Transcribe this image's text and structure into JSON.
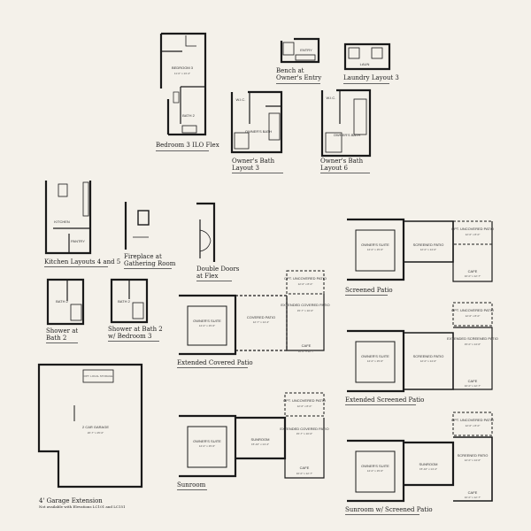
{
  "captions": {
    "bedroom3": "Bedroom 3 ILO Flex",
    "bench1": "Bench at",
    "bench2": "Owner's Entry",
    "laundry": "Laundry Layout 3",
    "obl3_1": "Owner's Bath",
    "obl3_2": "Layout 3",
    "obl6_1": "Owner's Bath",
    "obl6_2": "Layout 6",
    "kitchen": "Kitchen Layouts 4 and 5",
    "fireplace1": "Fireplace at",
    "fireplace2": "Gathering Room",
    "doors1": "Double Doors",
    "doors2": "at Flex",
    "shower1_1": "Shower at",
    "shower1_2": "Bath 2",
    "shower2_1": "Shower at Bath 2",
    "shower2_2": "w/ Bedroom 3",
    "ext_patio": "Extended Covered Patio",
    "screened": "Screened Patio",
    "ext_screened": "Extended Screened Patio",
    "sunroom": "Sunroom",
    "sunroom_sp": "Sunroom w/ Screened Patio",
    "garage": "4' Garage Extension",
    "garage_note": "Not available with Elevations LC101 and LC151"
  },
  "rooms": {
    "bedroom3": "BEDROOM 3",
    "bedroom3_dim": "11'-0\" x 13'-4\"",
    "bath2": "BATH 2",
    "wic": "W.I.C.",
    "owners_bath": "OWNER'S BATH",
    "entry": "ENTRY",
    "laun": "LAUN",
    "kitchen": "KITCHEN",
    "pantry": "PANTRY",
    "owners_suite": "OWNER'S SUITE",
    "owners_suite_dim": "14'-0\" x 15'-6\"",
    "screened_patio": "SCREENED PATIO",
    "screened_patio_dim": "12'-0\" x 14'-0\"",
    "ext_screened_patio": "EXTENDED SCREENED PATIO",
    "ext_screened_patio_dim": "15'-0\" x 14'-0\"",
    "opt_uncovered_patio": "OPT. UNCOVERED PATIO",
    "opt_uncovered_patio_dim": "12'-0\" x 8'-0\"",
    "covered_patio": "COVERED PATIO",
    "covered_patio_dim": "12'-7\" x 14'-4\"",
    "ext_covered_patio": "EXTENDED COVERED PATIO",
    "ext_covered_patio_dim": "15'-7\" x 10'-0\"",
    "sunroom": "SUNROOM",
    "sunroom_dim": "15'-10\" x 14'-4\"",
    "cafe": "CAFE",
    "cafe_dim": "10'-0\" x 12'-7\"",
    "garage": "2 CAR GARAGE",
    "garage_dim": "20'-7\" x 25'-0\"",
    "garage_note": "OPT. LOCAL STORAGE"
  }
}
